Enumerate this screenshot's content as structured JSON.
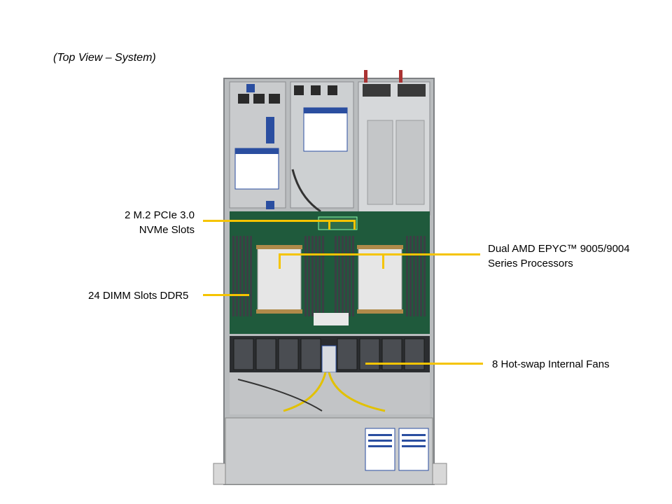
{
  "caption": "(Top View – System)",
  "callouts": {
    "m2": {
      "line1": "2 M.2 PCIe 3.0",
      "line2": "NVMe Slots"
    },
    "cpu": {
      "line1": "Dual AMD EPYC™ 9005/9004",
      "line2": "Series Processors"
    },
    "dimm": {
      "text": "24 DIMM Slots DDR5"
    },
    "fans": {
      "text": "8 Hot-swap Internal Fans"
    }
  },
  "colors": {
    "accent_leader": "#f5c400",
    "pcb": "#1f5a3c"
  },
  "figure": {
    "subject": "1U server chassis top view"
  }
}
